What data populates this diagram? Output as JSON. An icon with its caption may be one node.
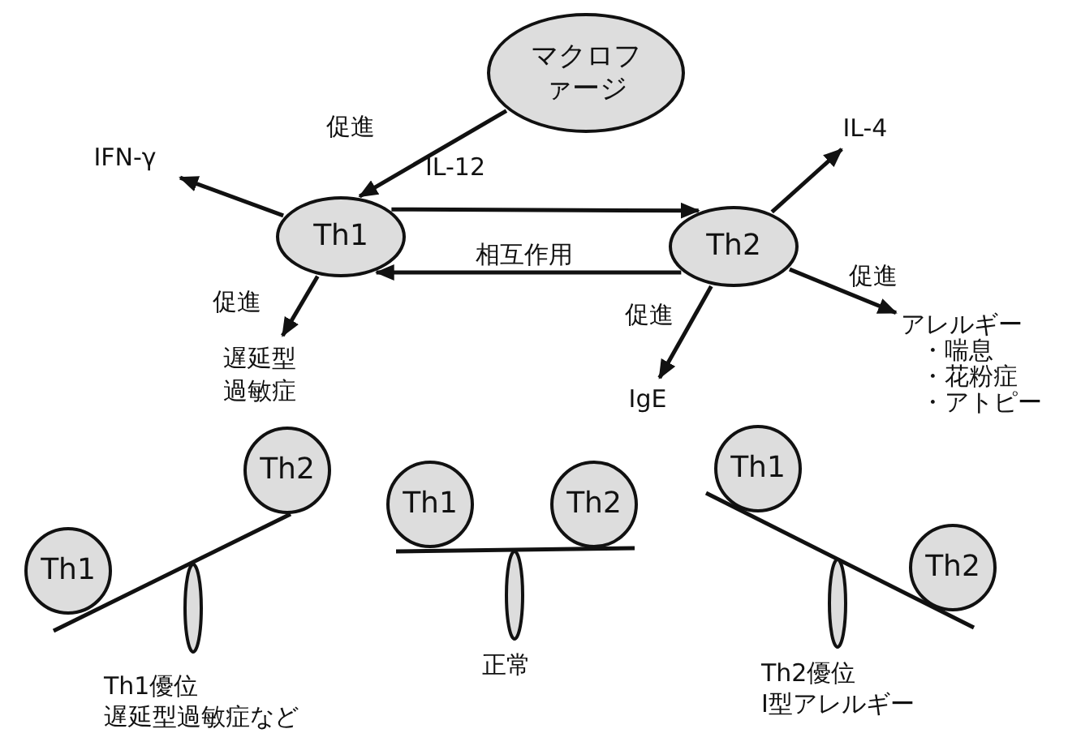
{
  "diagram": {
    "nodes": [
      {
        "text": [
          "マクロファージ"
        ]
      },
      {
        "text": [
          "Th1"
        ]
      },
      {
        "text": [
          "Th2"
        ]
      },
      {
        "text": [
          "IFN-γ"
        ]
      },
      {
        "text": [
          "IL-4"
        ]
      },
      {
        "text": [
          "遅延型過敏症"
        ]
      },
      {
        "text": [
          "IgE"
        ]
      },
      {
        "text": [
          "アレルギー",
          "・喘息",
          "・花粉症",
          "・アトピー"
        ]
      },
      {
        "text": [
          "Th1"
        ]
      },
      {
        "text": [
          "Th2"
        ]
      },
      {
        "text": [
          "Th1"
        ]
      },
      {
        "text": [
          "Th2"
        ]
      },
      {
        "text": [
          "Th1"
        ]
      },
      {
        "text": [
          "Th2"
        ]
      }
    ],
    "edges": [
      {
        "from": 0,
        "to": 1,
        "arrow": "to",
        "label": "促進"
      },
      {
        "from": 1,
        "to": 3,
        "arrow": "to"
      },
      {
        "from": 1,
        "to": 5,
        "arrow": "to",
        "label": "促進"
      },
      {
        "from": 1,
        "to": 2,
        "arrow": "to"
      },
      {
        "from": 2,
        "to": 1,
        "arrow": "to",
        "label": "相互作用"
      },
      {
        "from": 2,
        "to": 4,
        "arrow": "to"
      },
      {
        "from": 2,
        "to": 6,
        "arrow": "to",
        "label": "促進"
      },
      {
        "from": 2,
        "to": 7,
        "arrow": "to",
        "label": "促進"
      }
    ],
    "labels": [
      "IL-12",
      "Th1優位",
      "遅延型過敏症など",
      "正常",
      "Th2優位",
      "I型アレルギー"
    ]
  }
}
